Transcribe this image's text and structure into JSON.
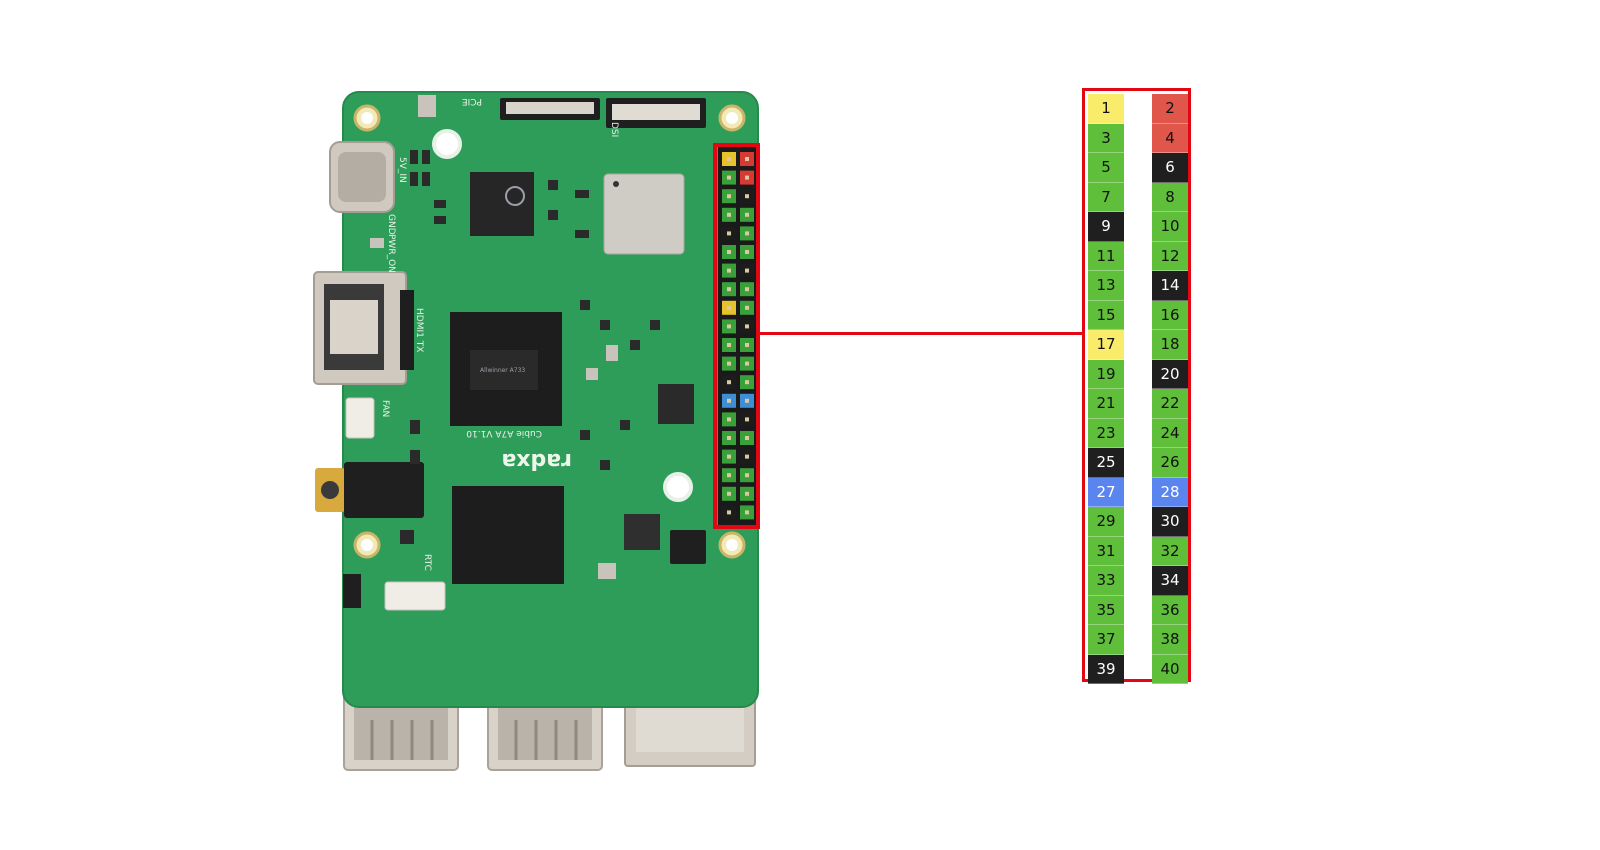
{
  "board": {
    "brand_logo": "radxa",
    "model_label": "Cubie A7A V1.10",
    "silkscreen": {
      "power_in": "5V_IN",
      "hdmi": "HDMI1 TX",
      "fan": "FAN",
      "rtc": "RTC",
      "dsi": "DSI",
      "pcie": "PCIE",
      "pwr_on": "PWR_ON",
      "gnd": "GND"
    },
    "chips": {
      "soc": "Allwinner A733",
      "wifi_module": "",
      "small_chip": ""
    }
  },
  "header_pin_colors": [
    "#e8c22a",
    "#d63a32",
    "#3aa03a",
    "#d63a32",
    "#3aa03a",
    "#1c1c1c",
    "#3aa03a",
    "#3aa03a",
    "#1c1c1c",
    "#3aa03a",
    "#3aa03a",
    "#3aa03a",
    "#3aa03a",
    "#1c1c1c",
    "#3aa03a",
    "#3aa03a",
    "#e8c22a",
    "#3aa03a",
    "#3aa03a",
    "#1c1c1c",
    "#3aa03a",
    "#3aa03a",
    "#3aa03a",
    "#3aa03a",
    "#1c1c1c",
    "#3aa03a",
    "#3c8fd6",
    "#3c8fd6",
    "#3aa03a",
    "#1c1c1c",
    "#3aa03a",
    "#3aa03a",
    "#3aa03a",
    "#1c1c1c",
    "#3aa03a",
    "#3aa03a",
    "#3aa03a",
    "#3aa03a",
    "#1c1c1c",
    "#3aa03a"
  ],
  "colors": {
    "highlight_red": "#e30613",
    "pcb_green": "#2f9d5a",
    "power_3v3": "#f9ec6b",
    "power_5v": "#e0564a",
    "gpio": "#5fbf3a",
    "ground": "#1f1f1f",
    "i2c_id": "#5a85ef"
  },
  "pins": {
    "left": [
      {
        "num": "1",
        "type": "power_3v3"
      },
      {
        "num": "3",
        "type": "gpio"
      },
      {
        "num": "5",
        "type": "gpio"
      },
      {
        "num": "7",
        "type": "gpio"
      },
      {
        "num": "9",
        "type": "ground"
      },
      {
        "num": "11",
        "type": "gpio"
      },
      {
        "num": "13",
        "type": "gpio"
      },
      {
        "num": "15",
        "type": "gpio"
      },
      {
        "num": "17",
        "type": "power_3v3"
      },
      {
        "num": "19",
        "type": "gpio"
      },
      {
        "num": "21",
        "type": "gpio"
      },
      {
        "num": "23",
        "type": "gpio"
      },
      {
        "num": "25",
        "type": "ground"
      },
      {
        "num": "27",
        "type": "i2c_id"
      },
      {
        "num": "29",
        "type": "gpio"
      },
      {
        "num": "31",
        "type": "gpio"
      },
      {
        "num": "33",
        "type": "gpio"
      },
      {
        "num": "35",
        "type": "gpio"
      },
      {
        "num": "37",
        "type": "gpio"
      },
      {
        "num": "39",
        "type": "ground"
      }
    ],
    "right": [
      {
        "num": "2",
        "type": "power_5v"
      },
      {
        "num": "4",
        "type": "power_5v"
      },
      {
        "num": "6",
        "type": "ground"
      },
      {
        "num": "8",
        "type": "gpio"
      },
      {
        "num": "10",
        "type": "gpio"
      },
      {
        "num": "12",
        "type": "gpio"
      },
      {
        "num": "14",
        "type": "ground"
      },
      {
        "num": "16",
        "type": "gpio"
      },
      {
        "num": "18",
        "type": "gpio"
      },
      {
        "num": "20",
        "type": "ground"
      },
      {
        "num": "22",
        "type": "gpio"
      },
      {
        "num": "24",
        "type": "gpio"
      },
      {
        "num": "26",
        "type": "gpio"
      },
      {
        "num": "28",
        "type": "i2c_id"
      },
      {
        "num": "30",
        "type": "ground"
      },
      {
        "num": "32",
        "type": "gpio"
      },
      {
        "num": "34",
        "type": "ground"
      },
      {
        "num": "36",
        "type": "gpio"
      },
      {
        "num": "38",
        "type": "gpio"
      },
      {
        "num": "40",
        "type": "gpio"
      }
    ]
  }
}
